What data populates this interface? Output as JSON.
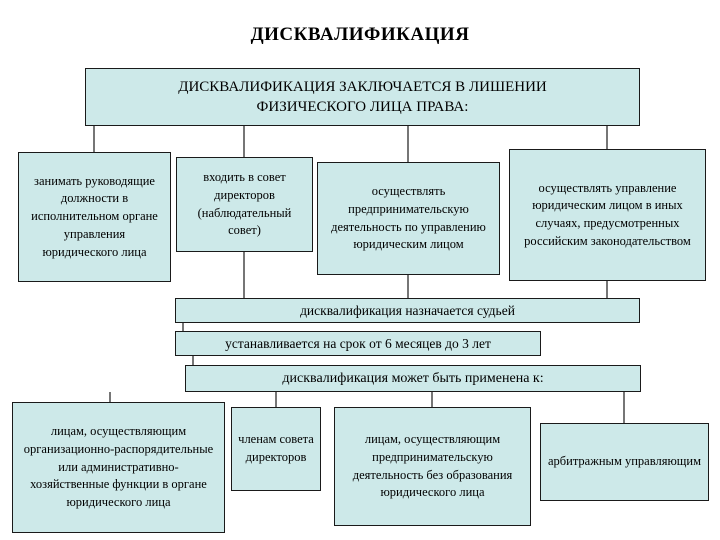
{
  "title": "ДИСКВАЛИФИКАЦИЯ",
  "statement": "ДИСКВАЛИФИКАЦИЯ ЗАКЛЮЧАЕТСЯ В ЛИШЕНИИ\nФИЗИЧЕСКОГО ЛИЦА ПРАВА:",
  "rights": [
    "занимать руководящие должности в исполнительном органе управления юридического лица",
    "входить в совет директоров (наблюдательный совет)",
    "осуществлять предпринимательскую деятельность по управлению юридическим лицом",
    "осуществлять управление юридическим лицом в иных случаях, предусмотренных российским законодательством"
  ],
  "bars": {
    "judge": "дисквалификация назначается судьей",
    "term": "устанавливается на срок от 6 месяцев до 3 лет",
    "applied": "дисквалификация может быть применена к:"
  },
  "applied_to": [
    "лицам, осуществляющим организационно-распорядительные или административно-хозяйственные функции в органе юридического лица",
    "членам совета директоров",
    "лицам, осуществляющим предпринимательскую деятельность без образования юридического лица",
    "арбитражным управляющим"
  ],
  "colors": {
    "box_fill": "#cde9e9",
    "box_border": "#1a1a1a",
    "connector_line": "#1a1a1a",
    "background": "#ffffff",
    "text": "#000000"
  }
}
